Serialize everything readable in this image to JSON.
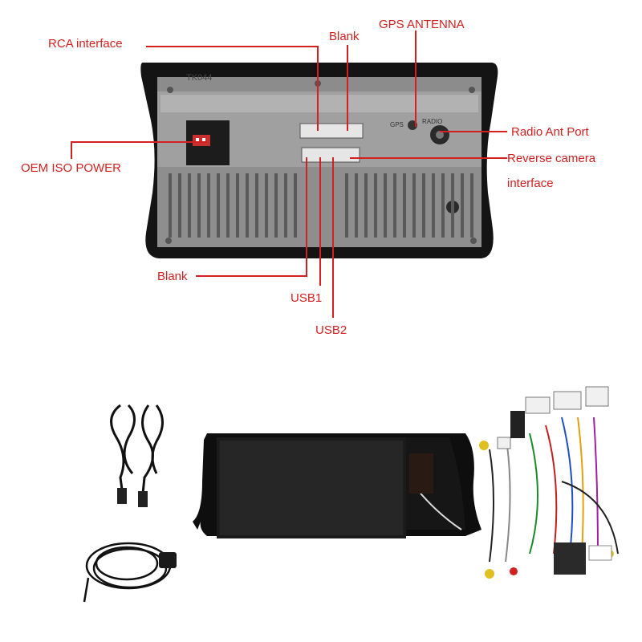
{
  "callouts": {
    "rca_interface": "RCA interface",
    "blank_top": "Blank",
    "gps_antenna": "GPS ANTENNA",
    "radio_ant_port": "Radio Ant Port",
    "oem_iso_power": "OEM ISO POWER",
    "reverse_camera_line1": "Reverse camera",
    "reverse_camera_line2": "interface",
    "blank_bottom": "Blank",
    "usb1": "USB1",
    "usb2": "USB2"
  },
  "unit_markings": {
    "model_code": "TK044",
    "gps_mark": "GPS",
    "radio_mark": "RADIO"
  },
  "colors": {
    "callout_red": "#d42020",
    "bezel_black": "#111111",
    "chassis_grey": "#9a9a9a"
  }
}
